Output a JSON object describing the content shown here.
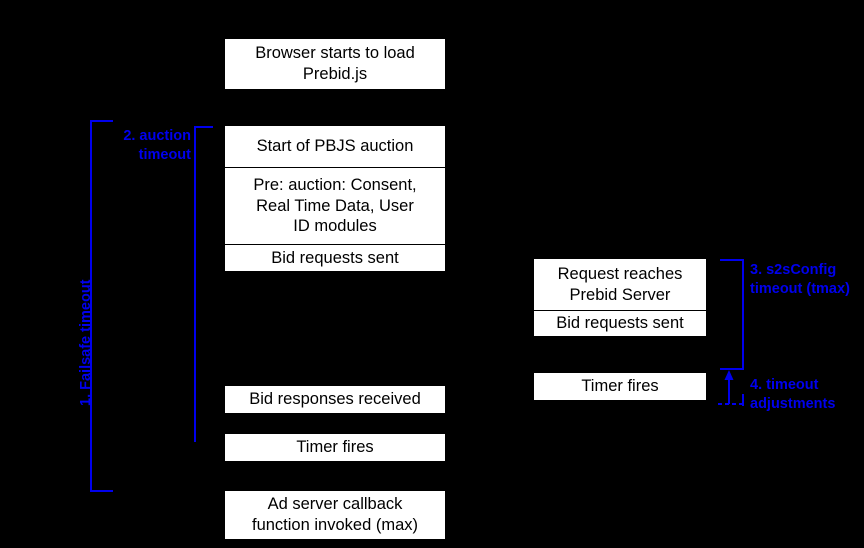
{
  "diagram": {
    "title": "Prebid timeout sequence diagram",
    "background_color": "#000000",
    "box_fill_color": "#ffffff",
    "box_text_color": "#000000",
    "annotation_color": "#0000ee",
    "client_boxes": [
      {
        "id": "browser-load",
        "label": "Browser starts to load\nPrebid.js"
      },
      {
        "id": "start-auction",
        "label": "Start of PBJS auction"
      },
      {
        "id": "pre-auction-modules",
        "label": "Pre: auction: Consent,\nReal Time Data, User\nID modules"
      },
      {
        "id": "bid-requests-sent",
        "label": "Bid requests sent"
      },
      {
        "id": "bid-responses-received",
        "label": "Bid responses received"
      },
      {
        "id": "timer-fires-client",
        "label": "Timer fires"
      },
      {
        "id": "ad-server-callback",
        "label": "Ad server callback\nfunction invoked (max)"
      }
    ],
    "server_boxes": [
      {
        "id": "request-reaches-server",
        "label": "Request reaches\nPrebid Server"
      },
      {
        "id": "bid-requests-sent-server",
        "label": "Bid requests sent"
      },
      {
        "id": "timer-fires-server",
        "label": "Timer fires"
      }
    ],
    "annotations": [
      {
        "id": "failsafe-timeout",
        "label": "1. Failsafe timeout",
        "orientation": "vertical"
      },
      {
        "id": "auction-timeout",
        "label": "2. auction\ntimeout",
        "orientation": "horizontal"
      },
      {
        "id": "s2sconfig-timeout",
        "label": "3. s2sConfig\ntimeout (tmax)",
        "orientation": "horizontal"
      },
      {
        "id": "timeout-adjustments",
        "label": "4. timeout\nadjustments",
        "orientation": "horizontal"
      }
    ]
  }
}
